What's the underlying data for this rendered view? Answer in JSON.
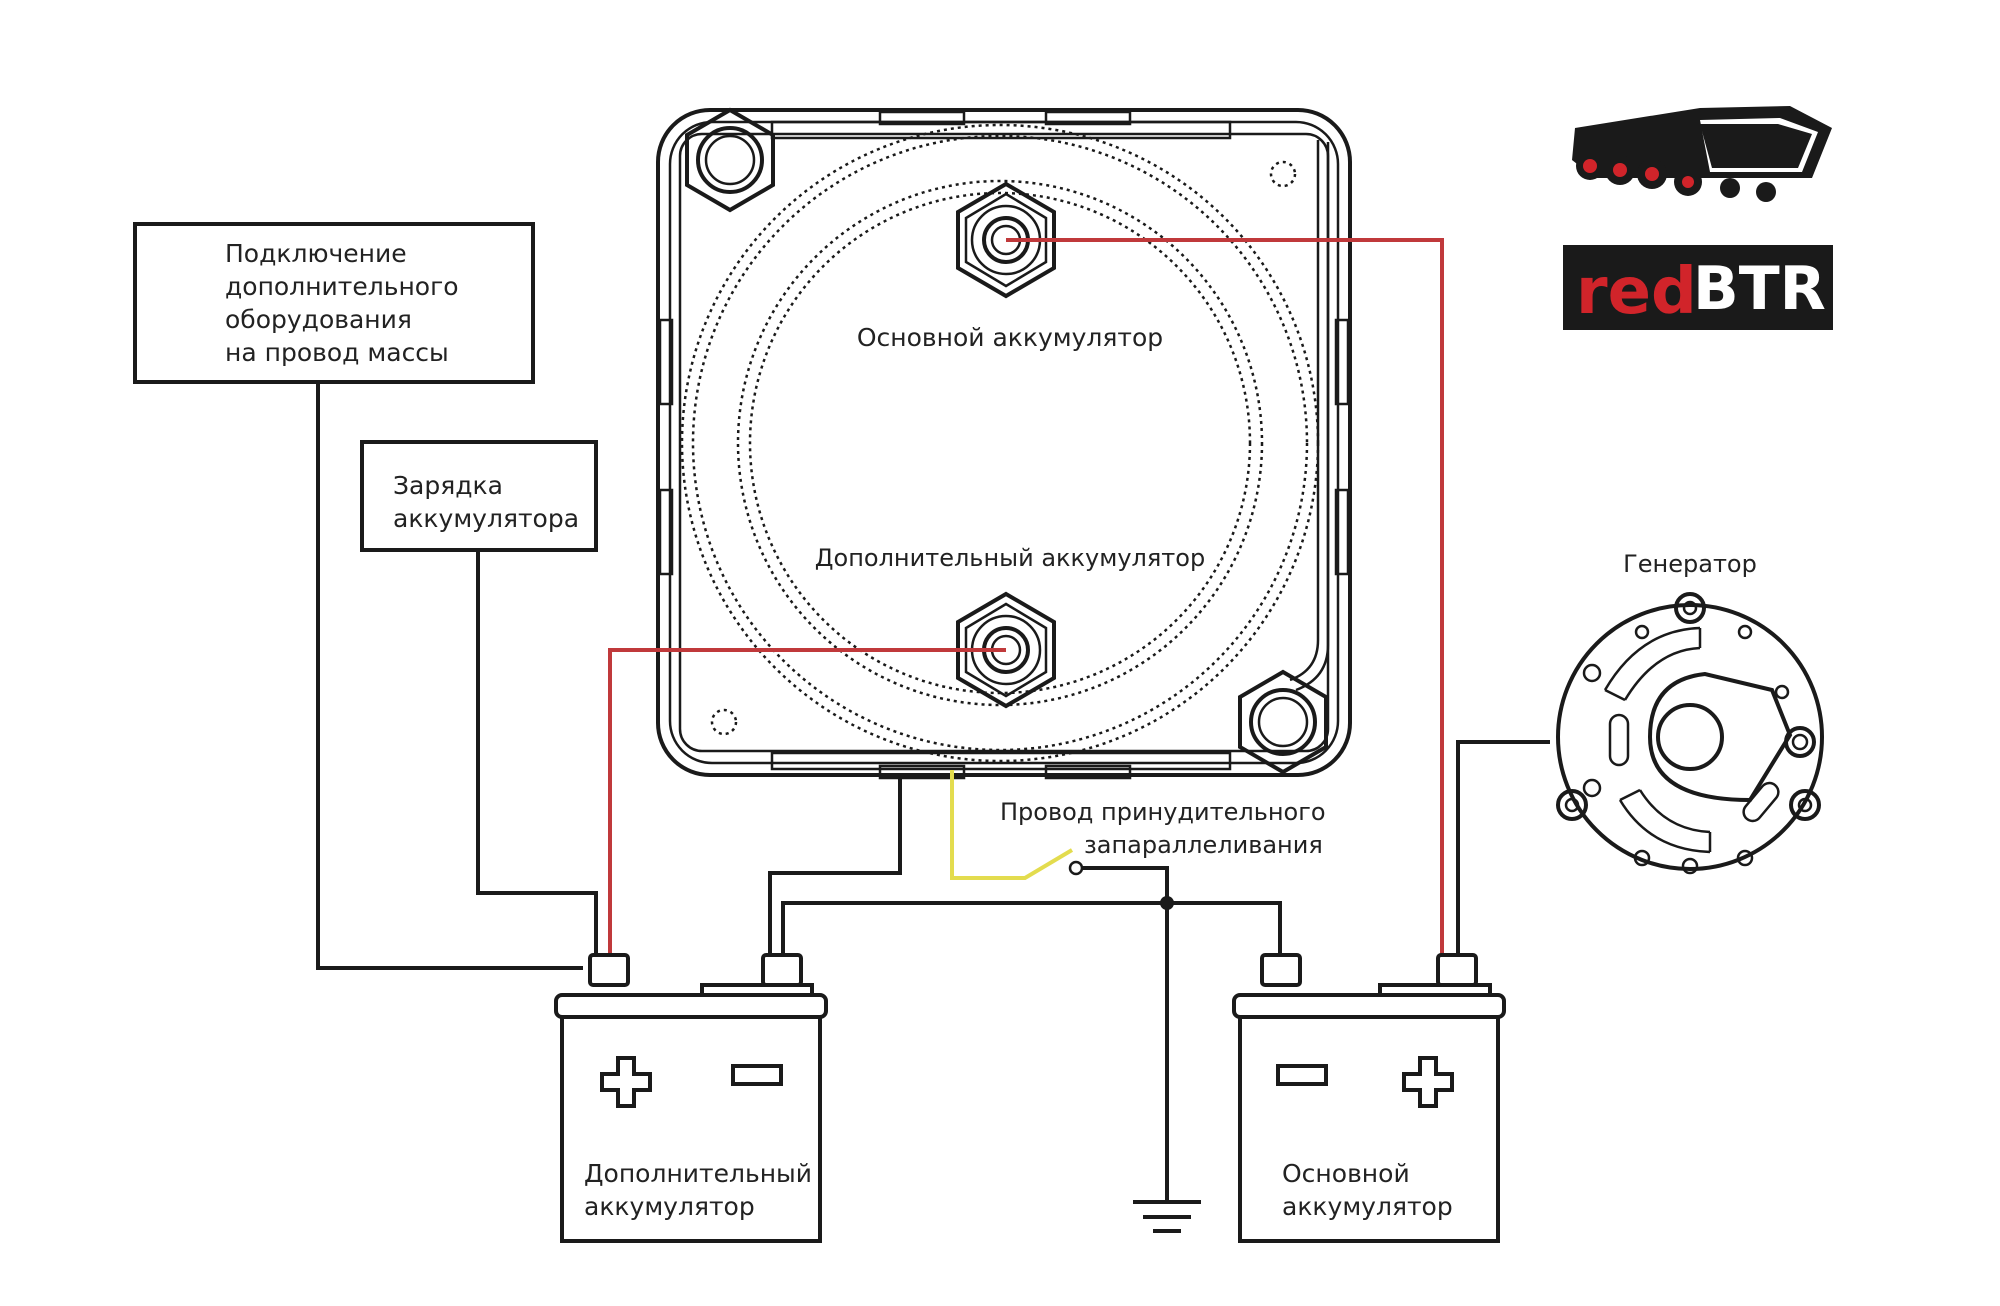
{
  "labels": {
    "ground_equipment": [
      "Подключение",
      "дополнительного",
      "оборудования",
      "на провод массы"
    ],
    "charging": [
      "Зарядка",
      "аккумулятора"
    ],
    "main_battery_terminal": "Основной аккумулятор",
    "aux_battery_terminal": "Дополнительный аккумулятор",
    "generator": "Генератор",
    "force_wire": [
      "Провод принудительного",
      "запараллеливания"
    ],
    "aux_battery": [
      "Дополнительный",
      "аккумулятор"
    ],
    "main_battery": [
      "Основной",
      "аккумулятор"
    ]
  },
  "logo": {
    "red_part": "red",
    "white_part": "BTR"
  },
  "colors": {
    "positive_wire": "#c0393b",
    "force_wire": "#e3dc4e",
    "ground_wire": "#1a1a1a",
    "logo_red": "#d1242a",
    "logo_bg": "#1a1a1a"
  },
  "icons": {
    "battery_plus": "plus-sign",
    "battery_minus": "minus-sign",
    "ground": "ground-symbol"
  }
}
